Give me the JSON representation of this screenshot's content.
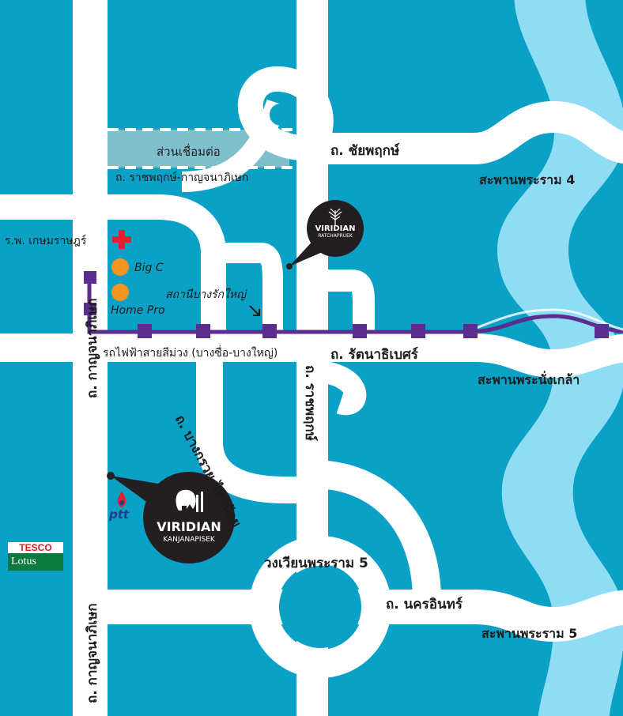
{
  "roads": {
    "chaiyaphruek": "ถ. ชัยพฤกษ์",
    "link": "ส่วนเชื่อมต่อ",
    "ratchaphruek_kanchana": "ถ. ราชพฤกษ์-กาญจนาภิเษก",
    "rattanathibet": "ถ. รัตนาธิเบศร์",
    "purple_line": "รถไฟฟ้าสายสีม่วง (บางซื่อ-บางใหญ่)",
    "kanchanaphisek_upper": "ถ. กาญจนาภิเษก",
    "kanchanaphisek_lower": "ถ. กาญจนาภิเษก",
    "bangkruai_sainoi": "ถ. บางกรวย-ไทรน้อย",
    "ratchaphruek": "ถ. ราชพฤกษ์",
    "nakhon_in": "ถ. นครอินทร์",
    "circle_rama5": "วงเวียนพระราม 5"
  },
  "bridges": {
    "rama4": "สะพานพระราม 4",
    "nangklao": "สะพานพระนั่งเกล้า",
    "rama5": "สะพานพระราม 5"
  },
  "pois": {
    "hospital": "ร.พ. เกษมราษฎร์",
    "bigc": "Big C",
    "homepro": "Home Pro",
    "station": "สถานีบางรักใหญ่",
    "ptt": "ptt",
    "tesco_top": "TESCO",
    "tesco_bottom": "Lotus"
  },
  "pins": {
    "ratchapruek": {
      "line1": "VIRIDIAN",
      "line2": "RATCHAPRUEK"
    },
    "kanjanapisek": {
      "line1": "VIRIDIAN",
      "line2": "KANJANAPISEK"
    }
  },
  "colors": {
    "water": "#0ba0c6",
    "road": "#ffffff",
    "river": "#8fdcf5",
    "rail": "#5b2d8e",
    "pin": "#231f20",
    "hospital": "#e5202e",
    "store": "#f7941d",
    "link_band": "#7fbfcc"
  }
}
